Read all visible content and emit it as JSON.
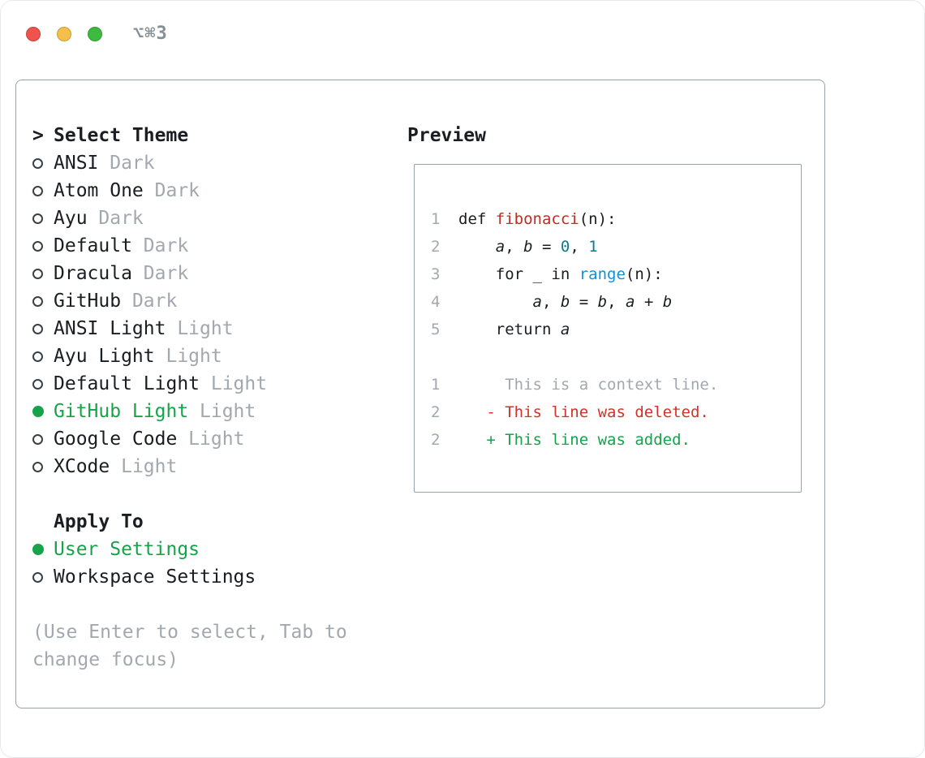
{
  "titlebar": {
    "shortcut": "⌥⌘3"
  },
  "theme_panel": {
    "cursor": ">",
    "title": "Select Theme",
    "items": [
      {
        "name": "ANSI",
        "variant": "Dark",
        "selected": false
      },
      {
        "name": "Atom One",
        "variant": "Dark",
        "selected": false
      },
      {
        "name": "Ayu",
        "variant": "Dark",
        "selected": false
      },
      {
        "name": "Default",
        "variant": "Dark",
        "selected": false
      },
      {
        "name": "Dracula",
        "variant": "Dark",
        "selected": false
      },
      {
        "name": "GitHub",
        "variant": "Dark",
        "selected": false
      },
      {
        "name": "ANSI Light",
        "variant": "Light",
        "selected": false
      },
      {
        "name": "Ayu Light",
        "variant": "Light",
        "selected": false
      },
      {
        "name": "Default Light",
        "variant": "Light",
        "selected": false
      },
      {
        "name": "GitHub Light",
        "variant": "Light",
        "selected": true
      },
      {
        "name": "Google Code",
        "variant": "Light",
        "selected": false
      },
      {
        "name": "XCode",
        "variant": "Light",
        "selected": false
      }
    ]
  },
  "apply_panel": {
    "title": "Apply To",
    "options": [
      {
        "label": "User Settings",
        "selected": true
      },
      {
        "label": "Workspace Settings",
        "selected": false
      }
    ]
  },
  "hint": "(Use Enter to select, Tab to change focus)",
  "preview": {
    "title": "Preview",
    "lines": [
      {
        "number": "1",
        "segments": [
          {
            "text": "def ",
            "style": "plain"
          },
          {
            "text": "fibonacci",
            "style": "func"
          },
          {
            "text": "(n):",
            "style": "plain"
          }
        ]
      },
      {
        "number": "2",
        "segments": [
          {
            "text": "    ",
            "style": "plain"
          },
          {
            "text": "a",
            "style": "var"
          },
          {
            "text": ", ",
            "style": "plain"
          },
          {
            "text": "b",
            "style": "var"
          },
          {
            "text": " = ",
            "style": "plain"
          },
          {
            "text": "0",
            "style": "num"
          },
          {
            "text": ", ",
            "style": "plain"
          },
          {
            "text": "1",
            "style": "num"
          }
        ]
      },
      {
        "number": "3",
        "segments": [
          {
            "text": "    for _ in ",
            "style": "plain"
          },
          {
            "text": "range",
            "style": "kw"
          },
          {
            "text": "(n):",
            "style": "plain"
          }
        ]
      },
      {
        "number": "4",
        "segments": [
          {
            "text": "        ",
            "style": "plain"
          },
          {
            "text": "a",
            "style": "var"
          },
          {
            "text": ", ",
            "style": "plain"
          },
          {
            "text": "b",
            "style": "var"
          },
          {
            "text": " = ",
            "style": "plain"
          },
          {
            "text": "b",
            "style": "var"
          },
          {
            "text": ", ",
            "style": "plain"
          },
          {
            "text": "a",
            "style": "var"
          },
          {
            "text": " + ",
            "style": "plain"
          },
          {
            "text": "b",
            "style": "var"
          }
        ]
      },
      {
        "number": "5",
        "segments": [
          {
            "text": "    return ",
            "style": "plain"
          },
          {
            "text": "a",
            "style": "var"
          }
        ]
      },
      {
        "number": "",
        "segments": []
      },
      {
        "number": "1",
        "segments": [
          {
            "text": "     This is a context line.",
            "style": "context"
          }
        ]
      },
      {
        "number": "2",
        "segments": [
          {
            "text": "   - This line was deleted.",
            "style": "deleted"
          }
        ]
      },
      {
        "number": "2",
        "segments": [
          {
            "text": "   + This line was added.",
            "style": "added"
          }
        ]
      }
    ]
  },
  "colors": {
    "accent_green": "#16a34a",
    "added_green": "#16a34a",
    "deleted_red": "#d13328",
    "function_red": "#c02d23",
    "number_teal": "#0b7c8c",
    "keyword_blue": "#1191d4",
    "muted_gray": "#a2a8ae",
    "text_black": "#1a1d21",
    "border_gray": "#99a1a9",
    "traffic_red": "#f0524c",
    "traffic_yellow": "#f6bf4a",
    "traffic_green": "#3dbb3f"
  }
}
